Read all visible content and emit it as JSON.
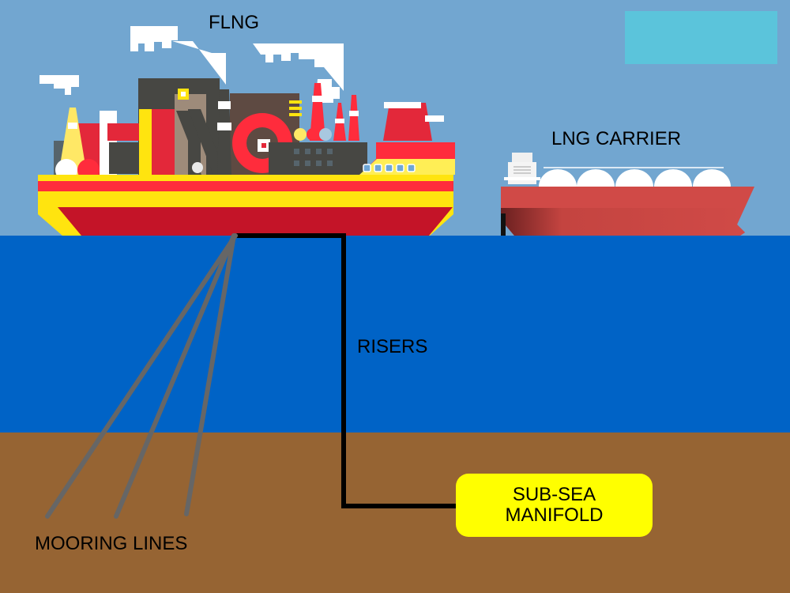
{
  "diagram": {
    "title": "FLNG",
    "labels": {
      "flng": "FLNG",
      "lng_carrier": "LNG CARRIER",
      "risers": "RISERS",
      "mooring_lines": "MOORING LINES",
      "manifold_line1": "SUB-SEA",
      "manifold_line2": "MANIFOLD"
    },
    "colors": {
      "sky": "#72a6d0",
      "sea": "#0063c6",
      "seabed": "#966433",
      "manifold": "#ffff00",
      "legend_box": "#5bc4db",
      "mooring": "#666666",
      "riser": "#000000",
      "hull_red": "#c41428",
      "hull_yellow": "#ffe40f",
      "carrier_red": "#d04a47"
    }
  }
}
